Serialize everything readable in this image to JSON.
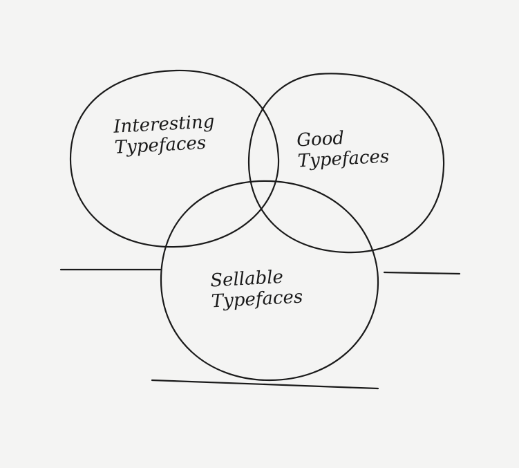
{
  "diagram": {
    "type": "venn",
    "sets": [
      {
        "line1": "Interesting",
        "line2": "Typefaces"
      },
      {
        "line1": "Good",
        "line2": "Typefaces"
      },
      {
        "line1": "Sellable",
        "line2": "Typefaces"
      }
    ],
    "ink_color": "#1a1a1a",
    "paper_color": "#f4f4f3"
  }
}
